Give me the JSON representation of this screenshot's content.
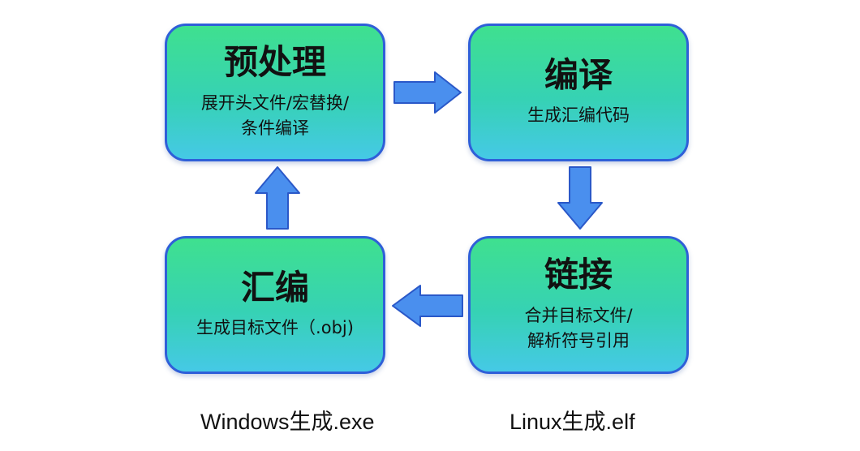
{
  "diagram": {
    "nodes": [
      {
        "id": "preprocess",
        "title": "预处理",
        "desc": [
          "展开头文件/宏替换/",
          "条件编译"
        ]
      },
      {
        "id": "compile",
        "title": "编译",
        "desc": [
          "生成汇编代码"
        ]
      },
      {
        "id": "link",
        "title": "链接",
        "desc": [
          "合并目标文件/",
          "解析符号引用"
        ]
      },
      {
        "id": "assemble",
        "title": "汇编",
        "desc": [
          "生成目标文件（.obj)"
        ]
      }
    ],
    "edges": [
      {
        "from": "preprocess",
        "to": "compile",
        "direction": "right"
      },
      {
        "from": "compile",
        "to": "link",
        "direction": "down"
      },
      {
        "from": "link",
        "to": "assemble",
        "direction": "left"
      },
      {
        "from": "assemble",
        "to": "preprocess",
        "direction": "up"
      }
    ],
    "colors": {
      "box_fill_top": "#3fe08f",
      "box_fill_bottom": "#45c9e6",
      "box_border": "#2f5fd8",
      "arrow_fill": "#4a8fee",
      "arrow_stroke": "#2a58c8"
    }
  },
  "footer": {
    "windows": "Windows生成.exe",
    "linux": "Linux生成.elf"
  }
}
